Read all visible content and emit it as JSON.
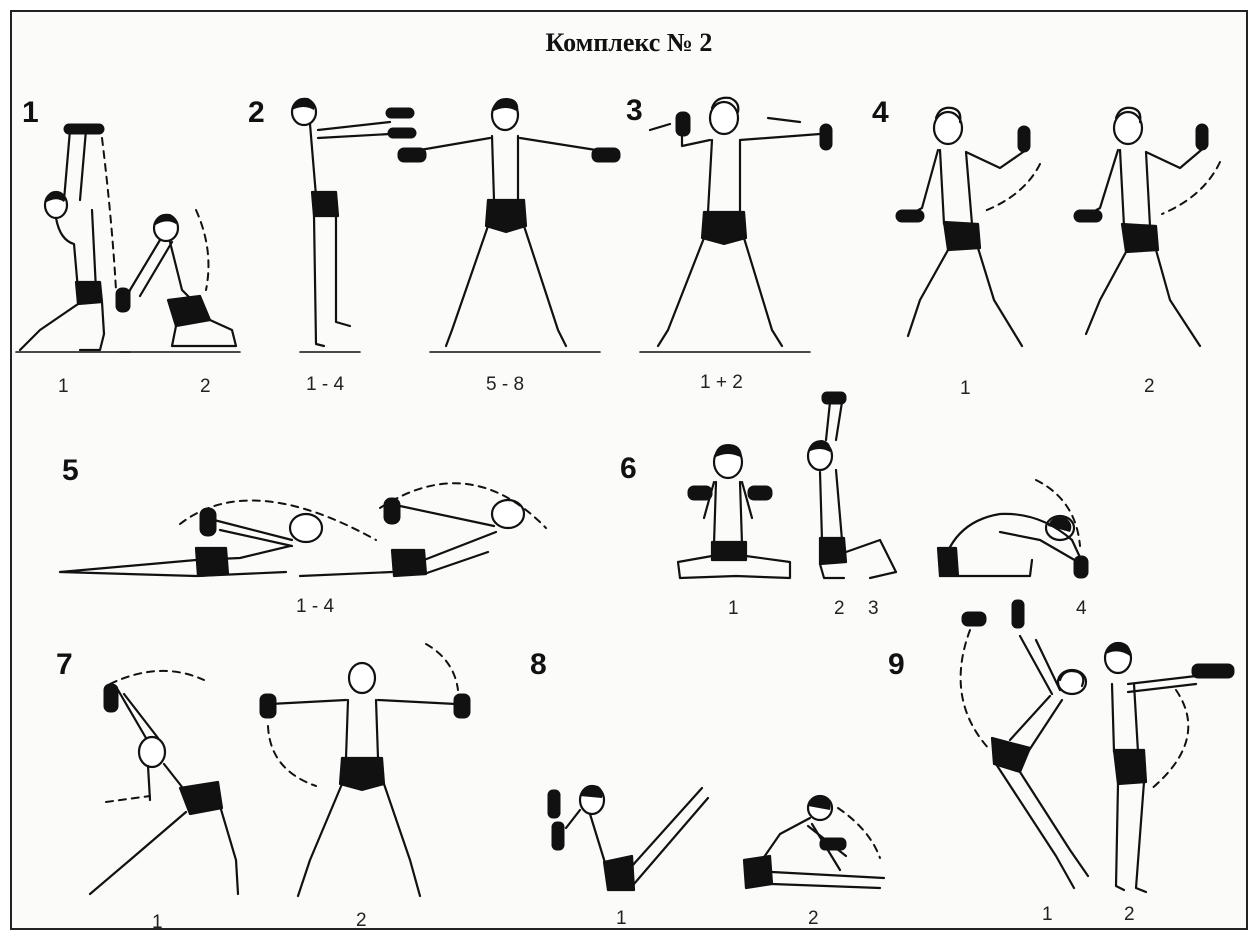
{
  "title": "Комплекс № 2",
  "exercises": [
    {
      "number": "1",
      "captions": [
        "1",
        "2"
      ]
    },
    {
      "number": "2",
      "captions": [
        "1 - 4",
        "5 - 8"
      ]
    },
    {
      "number": "3",
      "captions": [
        "1 + 2"
      ]
    },
    {
      "number": "4",
      "captions": [
        "1",
        "2"
      ]
    },
    {
      "number": "5",
      "captions": [
        "1 - 4"
      ]
    },
    {
      "number": "6",
      "captions": [
        "1",
        "2",
        "3",
        "4"
      ]
    },
    {
      "number": "7",
      "captions": [
        "1",
        "2"
      ]
    },
    {
      "number": "8",
      "captions": [
        "1",
        "2"
      ]
    },
    {
      "number": "9",
      "captions": [
        "1",
        "2"
      ]
    }
  ]
}
